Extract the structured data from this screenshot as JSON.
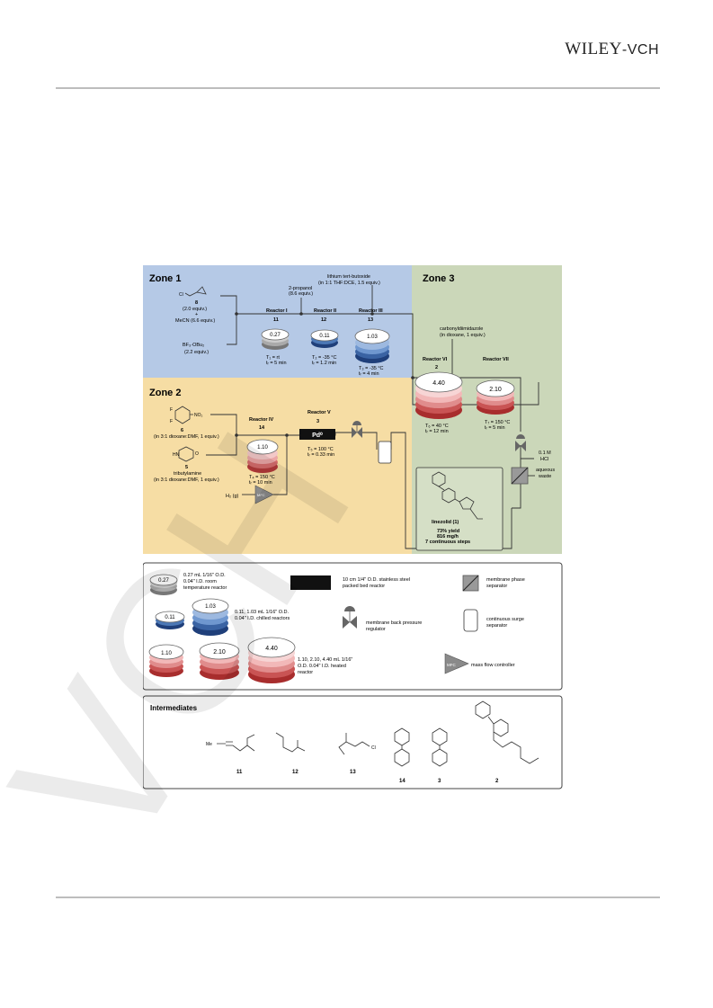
{
  "header": {
    "brand_wiley": "WILEY",
    "brand_sep": "-",
    "brand_vch": "VCH"
  },
  "watermark": {
    "text": "VCH"
  },
  "figure": {
    "zone1": {
      "title": "Zone 1",
      "reagent8_num": "8",
      "reagent8_eq": "(2.0 equiv.)",
      "plus": "+",
      "mecn": "MeCN (6.6 equiv.)",
      "bf3": "BF₃·OBu₂",
      "bf3_eq": "(2.2 equiv.)",
      "propanol": "2-propanol",
      "propanol_eq": "(8.6 equiv.)",
      "lithium": "lithium tert-butoxide",
      "lithium_eq": "(in 1:1 THF:DCE, 1.5 equiv.)",
      "reactor1": "Reactor I",
      "reactor1_num": "11",
      "reactor1_val": "0.27",
      "reactor1_t": "T₁ = rt",
      "reactor1_tr": "tᵣ = 5 min",
      "reactor2": "Reactor II",
      "reactor2_num": "12",
      "reactor2_val": "0.11",
      "reactor2_t": "T₂ = -35 °C",
      "reactor2_tr": "tᵣ = 1.2 min",
      "reactor3": "Reactor III",
      "reactor3_num": "13",
      "reactor3_val": "1.03",
      "reactor3_t": "T₃ = -35 °C",
      "reactor3_tr": "tᵣ = 4 min"
    },
    "zone2": {
      "title": "Zone 2",
      "reagent6_num": "6",
      "reagent6_sol": "(in 3:1 dioxane:DMF, 1 equiv.)",
      "reagent5_num": "5",
      "tributylamine": "tributylamine",
      "tributylamine_sol": "(in 3:1 dioxane:DMF, 1 equiv.)",
      "h2": "H₂ (g)",
      "mfc": "MFC",
      "reactor4": "Reactor IV",
      "reactor4_num": "14",
      "reactor4_val": "1.10",
      "reactor4_t": "T₄ = 150 °C",
      "reactor4_tr": "tᵣ = 10 min",
      "reactor5": "Reactor V",
      "reactor5_num": "3",
      "reactor5_label": "Pd⁰",
      "reactor5_t": "T₅ = 100 °C",
      "reactor5_tr": "tᵣ = 0.33 min"
    },
    "zone3": {
      "title": "Zone 3",
      "cdi": "carbonyldiimidazole",
      "cdi_sol": "(in dioxane, 1 equiv.)",
      "reactor6": "Reactor VI",
      "reactor6_num": "2",
      "reactor6_val": "4.40",
      "reactor6_t": "T₆ = 40 °C",
      "reactor6_tr": "tᵣ = 12 min",
      "reactor7": "Reactor VII",
      "reactor7_val": "2.10",
      "reactor7_t": "T₇ = 150 °C",
      "reactor7_tr": "tᵣ = 5 min",
      "hcl": "0.1 M",
      "hcl2": "HCl",
      "aq": "aqueous",
      "aq2": "waste",
      "product": "linezolid (1)",
      "yield": "73% yield",
      "rate": "816 mg/h",
      "steps": "7 continuous steps"
    },
    "legend": {
      "l1a": "0.27 mL 1/16\" O.D.",
      "l1b": "0.04\" I.D. room",
      "l1c": "temperature reactor",
      "l2a": "0.11, 1.03 mL 1/16\" O.D.",
      "l2b": "0.04\" I.D. chilled reactors",
      "l3a": "1.10, 2.10, 4.40 mL 1/16\"",
      "l3b": "O.D. 0.04\" I.D. heated",
      "l3c": "reactor",
      "l4a": "10 cm 1/4\" O.D. stainless steel",
      "l4b": "packed bed reactor",
      "l5a": "membrane back pressure",
      "l5b": "regulator",
      "l6": "mass flow controller",
      "l7a": "membrane phase",
      "l7b": "separator",
      "l8a": "continuous surge",
      "l8b": "separator",
      "v027": "0.27",
      "v011": "0.11",
      "v103": "1.03",
      "v110": "1.10",
      "v210": "2.10",
      "v440": "4.40",
      "mfc": "MFC"
    },
    "intermediates": {
      "title": "Intermediates",
      "c11": "11",
      "c12": "12",
      "c13": "13",
      "c14": "14",
      "c3": "3",
      "c2": "2"
    }
  }
}
